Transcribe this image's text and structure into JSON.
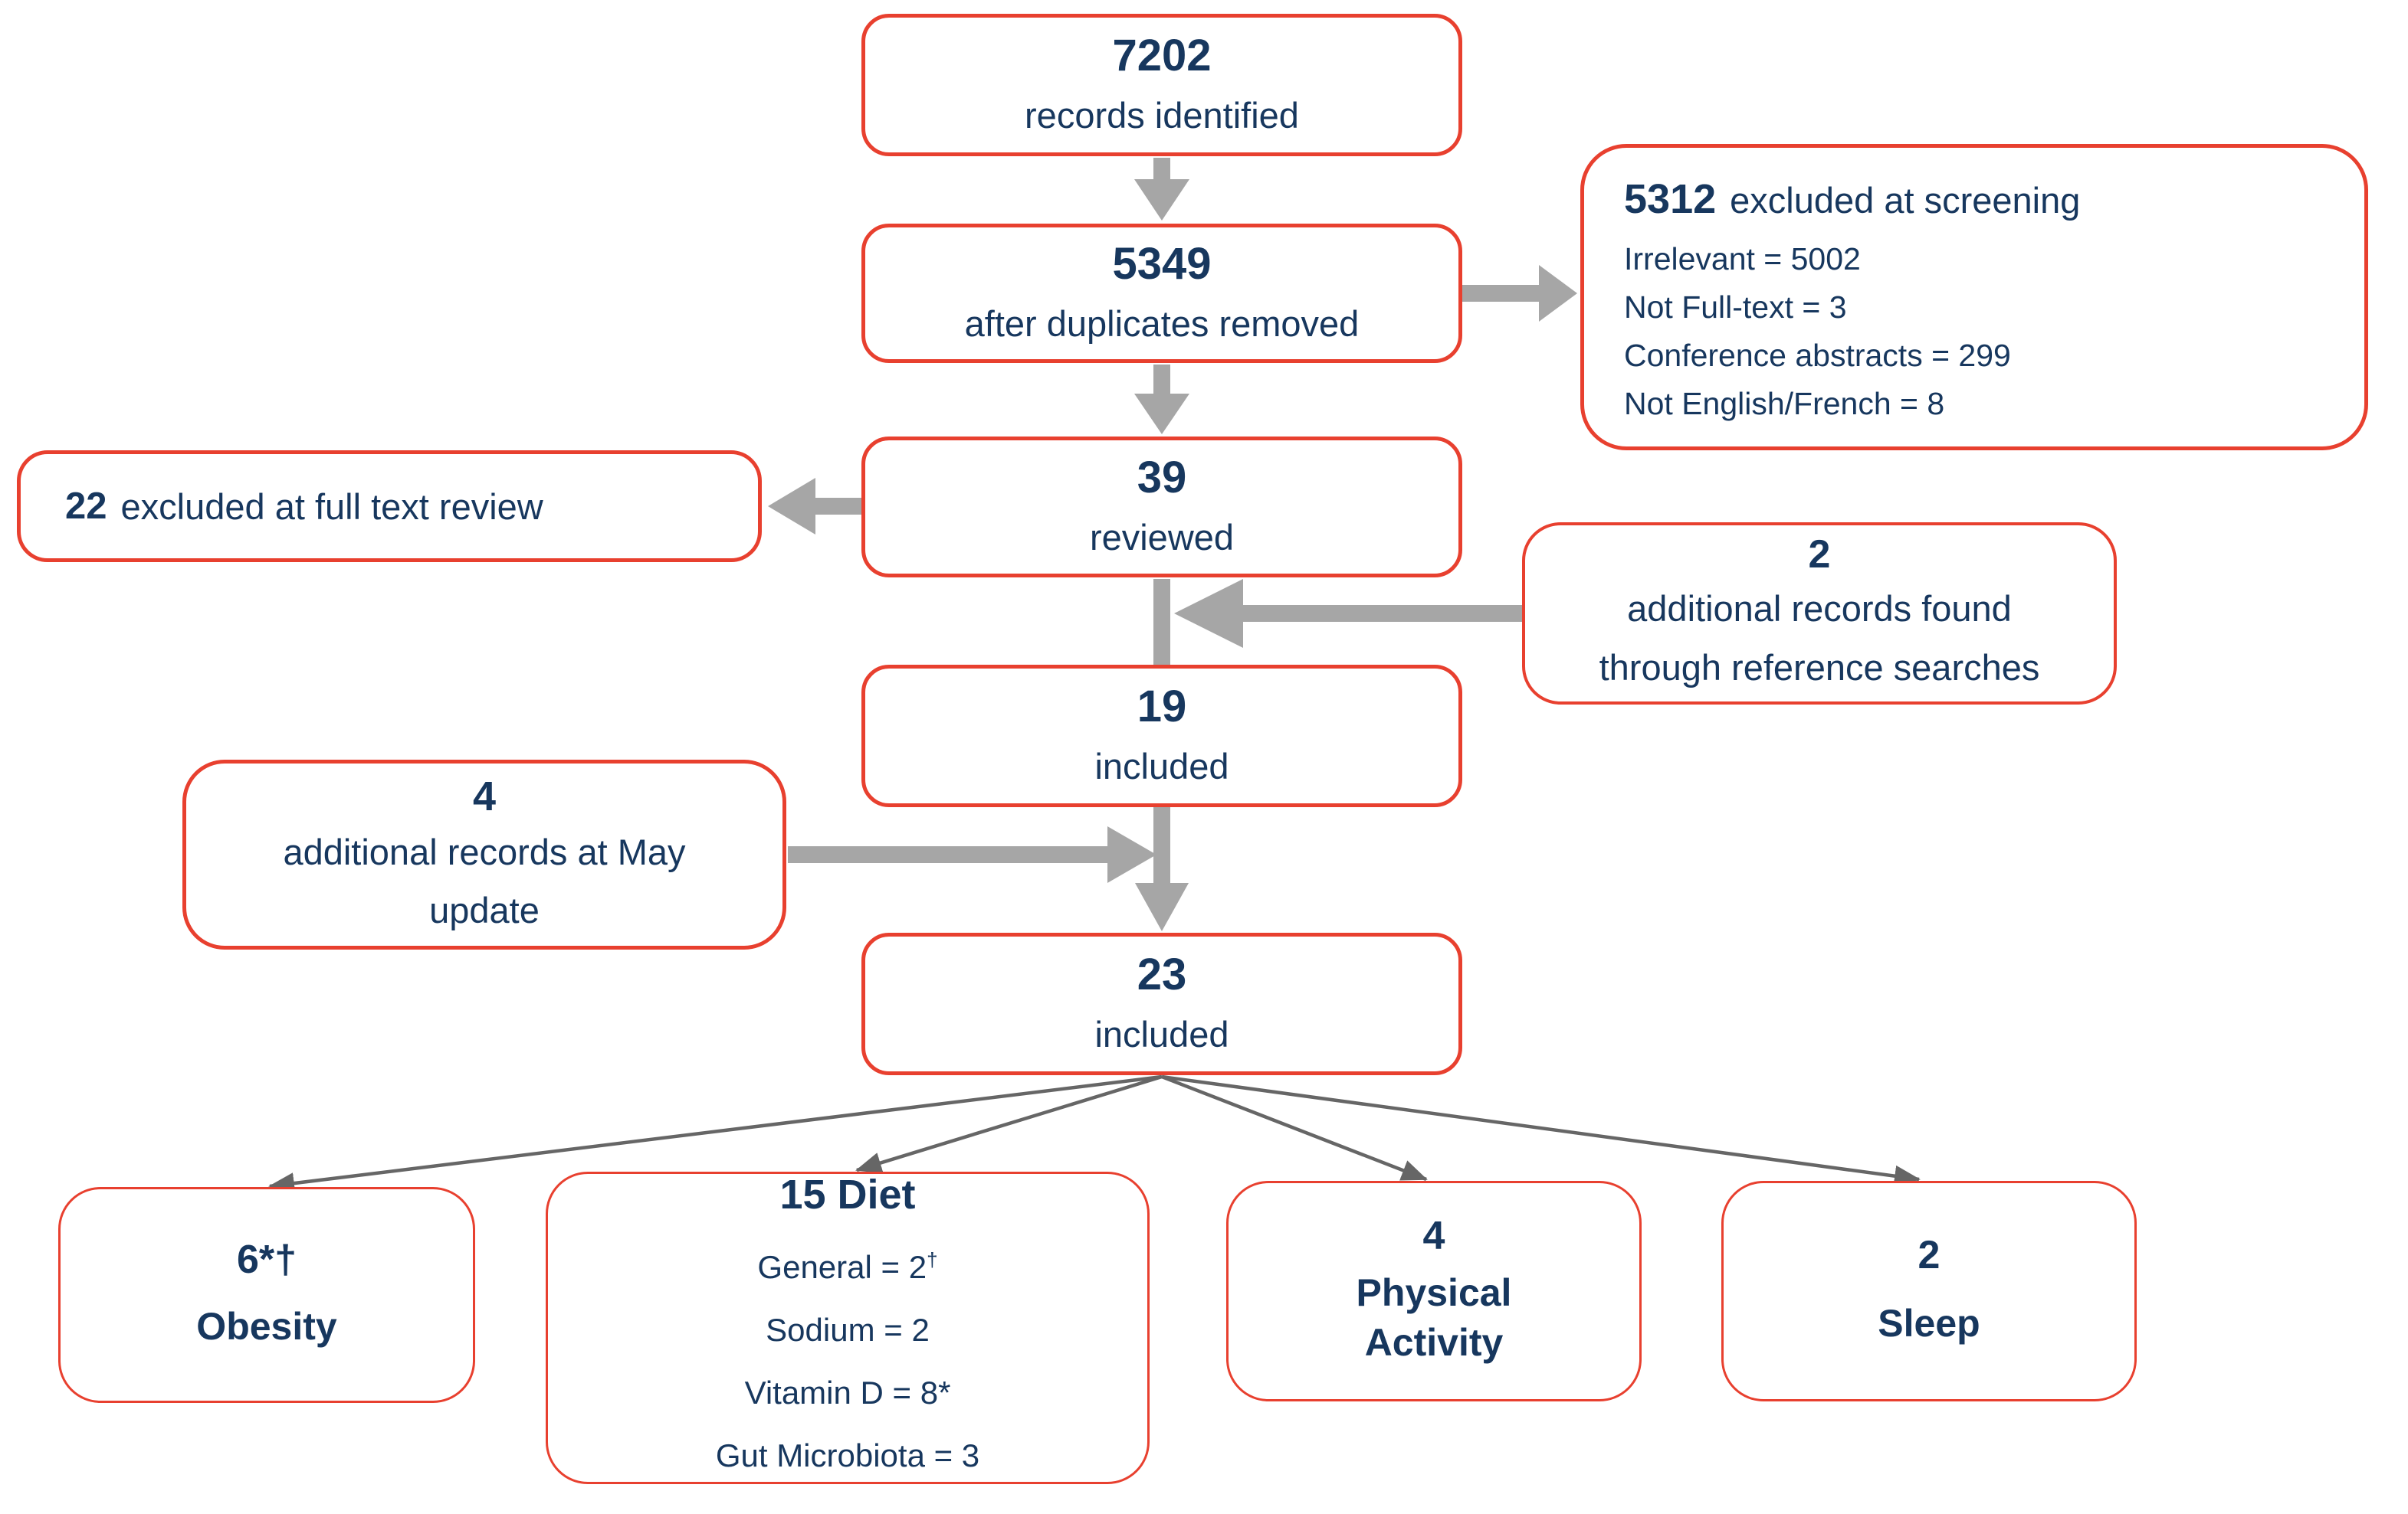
{
  "colors": {
    "box_border": "#e8402f",
    "text": "#17375e",
    "block_arrow": "#a6a6a6",
    "thin_arrow": "#666666",
    "background": "#ffffff"
  },
  "flow": {
    "identified": {
      "value": "7202",
      "label": "records identified"
    },
    "deduplicated": {
      "value": "5349",
      "label": "after duplicates removed"
    },
    "screening_excluded": {
      "value": "5312",
      "label": "excluded at screening",
      "details": [
        "Irrelevant = 5002",
        "Not Full-text = 3",
        "Conference abstracts = 299",
        "Not English/French = 8"
      ]
    },
    "fulltext_excluded": {
      "value": "22",
      "label": "excluded at full text review"
    },
    "reviewed": {
      "value": "39",
      "label": "reviewed"
    },
    "reference_found": {
      "value": "2",
      "line1": "additional records found",
      "line2": "through reference searches"
    },
    "included_first": {
      "value": "19",
      "label": "included"
    },
    "may_update": {
      "value": "4",
      "line1": "additional records at May",
      "line2": "update"
    },
    "included_final": {
      "value": "23",
      "label": "included"
    },
    "categories": {
      "obesity": {
        "value": "6*†",
        "label": "Obesity"
      },
      "diet": {
        "title": "15 Diet",
        "lines": [
          {
            "text": "General = 2",
            "sup": "†"
          },
          {
            "text": "Sodium = 2",
            "sup": ""
          },
          {
            "text": "Vitamin D = 8*",
            "sup": ""
          },
          {
            "text": "Gut Microbiota = 3",
            "sup": ""
          }
        ]
      },
      "physical_activity": {
        "value": "4",
        "line1": "Physical",
        "line2": "Activity"
      },
      "sleep": {
        "value": "2",
        "label": "Sleep"
      }
    }
  }
}
